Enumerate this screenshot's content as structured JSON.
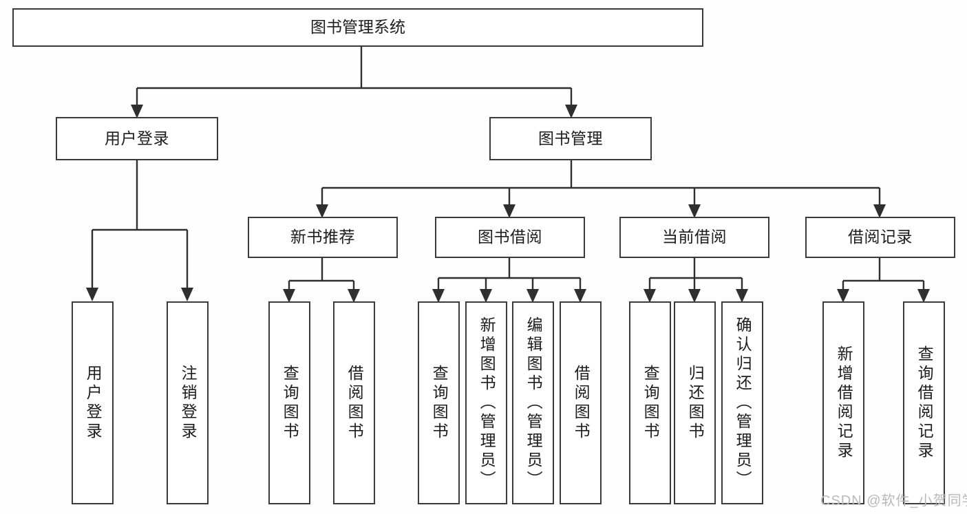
{
  "diagram": {
    "title": "图书管理系统",
    "type": "tree-hierarchy",
    "watermark": "CSDN @软件_小贺同学",
    "colors": {
      "box_border": "#3a3a3a",
      "box_fill": "#ffffff",
      "connector": "#2f2f2f",
      "text": "#1c1c1c",
      "watermark": "#b9b9b9",
      "background": "#fefefe"
    },
    "levels": {
      "root": {
        "label": "图书管理系统"
      },
      "level2": [
        {
          "id": "user-login",
          "label": "用户登录"
        },
        {
          "id": "book-management",
          "label": "图书管理"
        }
      ],
      "level3": [
        {
          "id": "new-book-recommend",
          "label": "新书推荐",
          "parent": "book-management"
        },
        {
          "id": "book-borrow",
          "label": "图书借阅",
          "parent": "book-management"
        },
        {
          "id": "current-borrow",
          "label": "当前借阅",
          "parent": "book-management"
        },
        {
          "id": "borrow-record",
          "label": "借阅记录",
          "parent": "book-management"
        }
      ],
      "leaves": {
        "user-login": [
          {
            "id": "leaf-user-login",
            "label": "用户登录"
          },
          {
            "id": "leaf-user-logout",
            "label": "注销登录"
          }
        ],
        "new-book-recommend": [
          {
            "id": "leaf-query-book-1",
            "label": "查询图书"
          },
          {
            "id": "leaf-borrow-book-1",
            "label": "借阅图书"
          }
        ],
        "book-borrow": [
          {
            "id": "leaf-query-book-2",
            "label": "查询图书"
          },
          {
            "id": "leaf-add-book",
            "label": "新增图书（管理员）"
          },
          {
            "id": "leaf-edit-book",
            "label": "编辑图书（管理员）"
          },
          {
            "id": "leaf-borrow-book-2",
            "label": "借阅图书"
          }
        ],
        "current-borrow": [
          {
            "id": "leaf-query-book-3",
            "label": "查询图书"
          },
          {
            "id": "leaf-return-book",
            "label": "归还图书"
          },
          {
            "id": "leaf-confirm-return",
            "label": "确认归还（管理员）"
          }
        ],
        "borrow-record": [
          {
            "id": "leaf-add-record",
            "label": "新增借阅记录"
          },
          {
            "id": "leaf-query-record",
            "label": "查询借阅记录"
          }
        ]
      }
    }
  }
}
